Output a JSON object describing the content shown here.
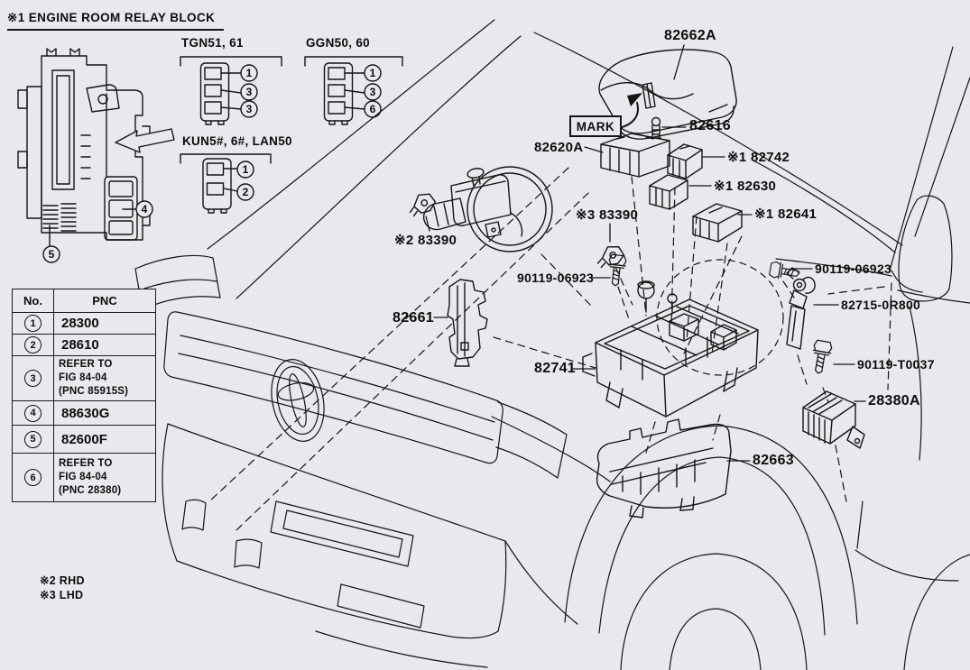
{
  "page": {
    "background": "#e9e9ed",
    "line_color": "#141414"
  },
  "header": {
    "title": "※1 ENGINE ROOM RELAY BLOCK"
  },
  "variant_diagrams": [
    {
      "name": "TGN51, 61",
      "callouts": [
        "1",
        "3",
        "3"
      ]
    },
    {
      "name": "GGN50, 60",
      "callouts": [
        "1",
        "3",
        "6"
      ]
    },
    {
      "name": "KUN5#, 6#, LAN50",
      "callouts": [
        "1",
        "2"
      ]
    }
  ],
  "relay_block": {
    "callouts": [
      "4",
      "5"
    ]
  },
  "table": {
    "headers": [
      "No.",
      "PNC"
    ],
    "rows": [
      {
        "no": "1",
        "pnc": "28300"
      },
      {
        "no": "2",
        "pnc": "28610"
      },
      {
        "no": "3",
        "pnc": "REFER TO\nFIG 84-04\n(PNC 85915S)"
      },
      {
        "no": "4",
        "pnc": "88630G"
      },
      {
        "no": "5",
        "pnc": "82600F"
      },
      {
        "no": "6",
        "pnc": "REFER TO\nFIG 84-04\n(PNC 28380)"
      }
    ]
  },
  "footnotes": [
    "※2 RHD",
    "※3 LHD"
  ],
  "parts": [
    {
      "label": "82662A"
    },
    {
      "label": "MARK"
    },
    {
      "label": "82616"
    },
    {
      "label": "82620A"
    },
    {
      "label": "※1 82742"
    },
    {
      "label": "※1 82630"
    },
    {
      "label": "※1 82641"
    },
    {
      "label": "※3 83390"
    },
    {
      "label": "※2 83390"
    },
    {
      "label": "90119-06923"
    },
    {
      "label": "82661"
    },
    {
      "label": "82741"
    },
    {
      "label": "90119-06923"
    },
    {
      "label": "82715-0R800"
    },
    {
      "label": "90119-T0037"
    },
    {
      "label": "28380A"
    },
    {
      "label": "82663"
    }
  ]
}
